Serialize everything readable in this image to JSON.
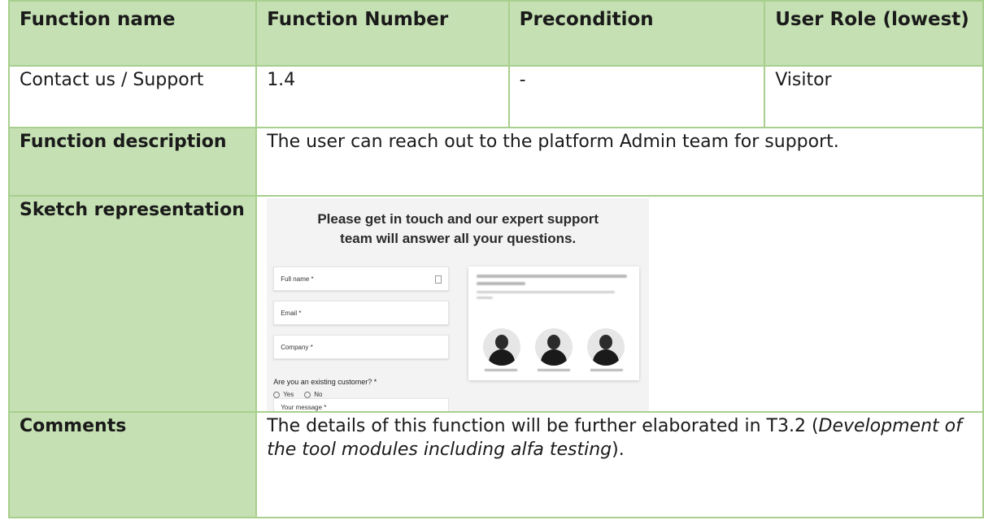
{
  "table": {
    "headers": [
      "Function name",
      "Function Number",
      "Precondition",
      "User Role (lowest)"
    ],
    "values": [
      "Contact us / Support",
      "1.4",
      "-",
      "Visitor"
    ],
    "description_label": "Function description",
    "description": "The user can reach out to the platform Admin team for support.",
    "sketch_label": "Sketch representation",
    "comments_label": "Comments",
    "comments": {
      "before": "The details of this function will be further elaborated in T3.2 (",
      "italic": "Development of the tool modules including alfa testing",
      "after": ")."
    }
  },
  "sketch": {
    "heading_line1": "Please get in touch and our expert support",
    "heading_line2": "team will answer all your questions.",
    "fields": [
      "Full name *",
      "Email *",
      "Company *"
    ],
    "question": "Are you an existing customer? *",
    "options": [
      "Yes",
      "No"
    ],
    "message": "Your message *"
  },
  "colors": {
    "header_bg": "#c5e0b3",
    "border": "#a8cf8e"
  }
}
